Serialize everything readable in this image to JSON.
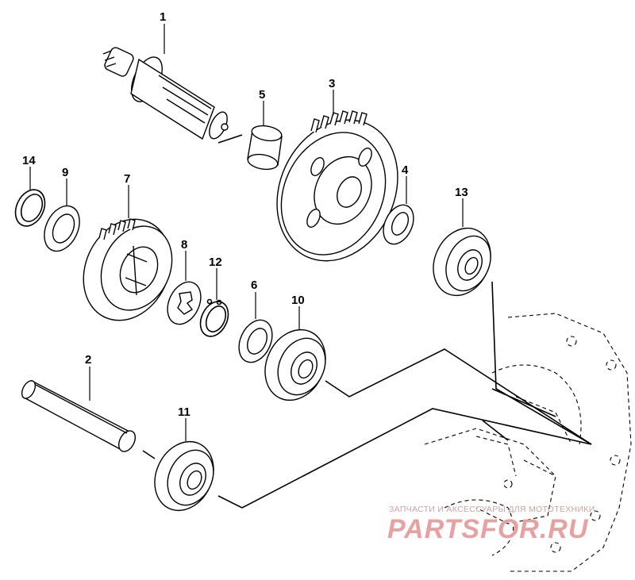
{
  "diagram": {
    "parts": [
      {
        "number": "1"
      },
      {
        "number": "2"
      },
      {
        "number": "3"
      },
      {
        "number": "4"
      },
      {
        "number": "5"
      },
      {
        "number": "6"
      },
      {
        "number": "7"
      },
      {
        "number": "8"
      },
      {
        "number": "9"
      },
      {
        "number": "10"
      },
      {
        "number": "11"
      },
      {
        "number": "12"
      },
      {
        "number": "13"
      },
      {
        "number": "14"
      }
    ]
  },
  "watermark": {
    "tagline": "ЗАПЧАСТИ И АКСЕССУАРЫ ДЛЯ МОТОТЕХНИКИ",
    "logo": "PARTSFOR.RU"
  },
  "colors": {
    "ink": "#000000",
    "watermark": "#e8a1a1"
  }
}
